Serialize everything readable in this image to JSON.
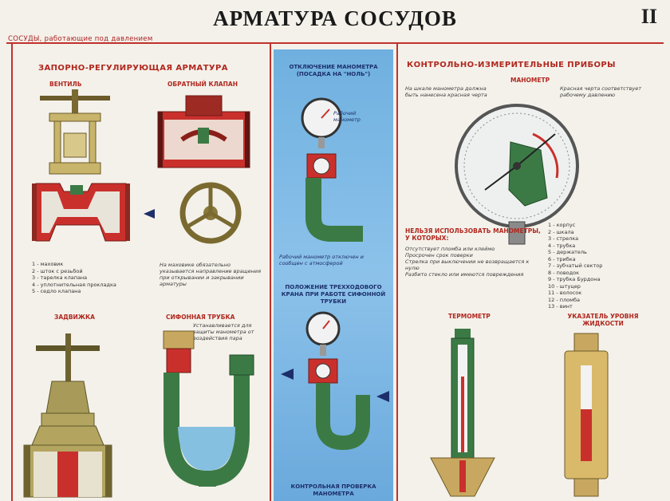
{
  "header": {
    "title": "АРМАТУРА СОСУДОВ",
    "roman": "II",
    "subtitle": "СОСУДЫ, работающие под давлением"
  },
  "left": {
    "heading": "ЗАПОРНО-РЕГУЛИРУЮЩАЯ АРМАТУРА",
    "valve_label": "ВЕНТИЛЬ",
    "check_valve_label": "ОБРАТНЫЙ КЛАПАН",
    "gate_label": "ЗАДВИЖКА",
    "siphon_label": "СИФОННАЯ ТРУБКА",
    "legend": [
      "1 - маховик",
      "2 - шток с резьбой",
      "3 - тарелка клапана",
      "4 - уплотнительная прокладка",
      "5 - седло клапана"
    ],
    "wheel_note": "На маховике обязательно указывается направление вращения при открывании и закрывании арматуры",
    "siphon_note": "Устанавливается для защиты манометра от воздействия пара"
  },
  "middle": {
    "heading_top": "ОТКЛЮЧЕНИЕ МАНОМЕТРА (ПОСАДКА НА \"НОЛЬ\")",
    "heading_mid": "ПОЛОЖЕНИЕ ТРЕХХОДОВОГО КРАНА ПРИ РАБОТЕ СИФОННОЙ ТРУБКИ",
    "heading_bottom": "КОНТРОЛЬНАЯ ПРОВЕРКА МАНОМЕТРА",
    "gauge_note": "Рабочий манометр",
    "zero_note": "Рабочий манометр отключен и сообщен с атмосферой"
  },
  "right": {
    "heading": "КОНТРОЛЬНО-ИЗМЕРИТЕЛЬНЫЕ ПРИБОРЫ",
    "gauge_label": "МАНОМЕТР",
    "forbidden_head": "НЕЛЬЗЯ ИСПОЛЬЗОВАТЬ МАНОМЕТРЫ, У КОТОРЫХ:",
    "forbidden_items": [
      "Отсутствует пломба или клеймо",
      "Просрочен срок поверки",
      "Стрелка при выключении не возвращается к нулю",
      "Разбито стекло или имеются повреждения"
    ],
    "gauge_note_left": "На шкале манометра должна быть нанесена красная черта",
    "gauge_note_right": "Красная черта соответствует рабочему давлению",
    "thermometer_label": "ТЕРМОМЕТР",
    "level_label": "УКАЗАТЕЛЬ УРОВНЯ ЖИДКОСТИ",
    "legend": [
      "1 - корпус",
      "2 - шкала",
      "3 - стрелка",
      "4 - трубка",
      "5 - держатель",
      "6 - трибка",
      "7 - зубчатый сектор",
      "8 - поводок",
      "9 - трубка Бурдона",
      "10 - штуцер",
      "11 - волосок",
      "12 - пломба",
      "13 - винт"
    ]
  }
}
